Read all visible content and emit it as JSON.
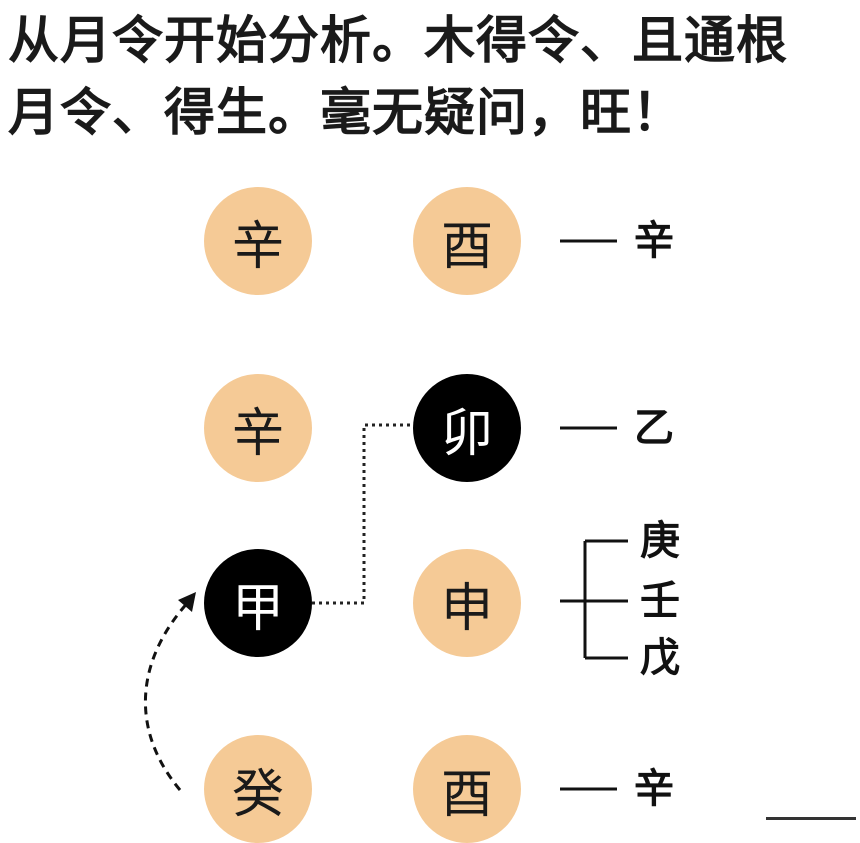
{
  "headline": {
    "line1": "从月令开始分析。木得令、且通根",
    "line2": "月令、得生。毫无疑问，旺！"
  },
  "pillars": {
    "row1": {
      "stem": "辛",
      "branch": "酉",
      "hidden": "辛"
    },
    "row2": {
      "stem": "辛",
      "branch": "卯",
      "hidden": "乙"
    },
    "row3": {
      "stem": "甲",
      "branch": "申",
      "hidden": [
        "庚",
        "壬",
        "戊"
      ]
    },
    "row4": {
      "stem": "癸",
      "branch": "酉",
      "hidden": "辛"
    }
  },
  "colors": {
    "beige": "#f5ca96",
    "black": "#000000"
  }
}
